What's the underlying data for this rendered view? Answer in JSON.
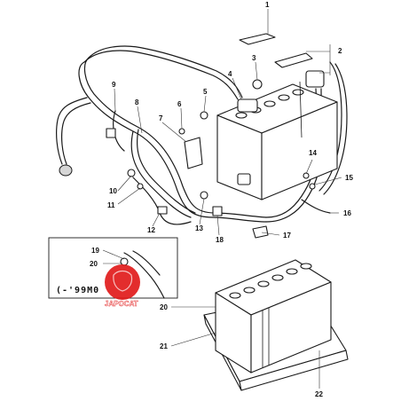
{
  "diagram": {
    "callouts": [
      "1",
      "2",
      "3",
      "4",
      "5",
      "6",
      "7",
      "8",
      "9",
      "10",
      "11",
      "12",
      "13",
      "14",
      "15",
      "16",
      "17",
      "18",
      "19",
      "20",
      "20",
      "21",
      "22"
    ],
    "inset_note": "(-'99M0",
    "watermark_text": "JAPOCAT",
    "colors": {
      "line": "#1a1a1a",
      "background": "#ffffff",
      "watermark": "#e11b1b"
    }
  }
}
